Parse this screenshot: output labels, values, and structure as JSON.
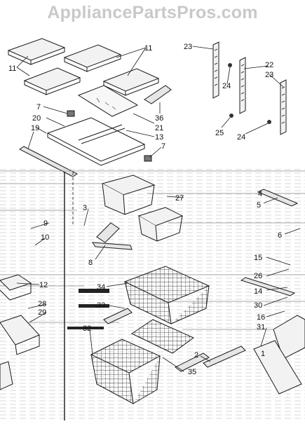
{
  "watermark": "AppliancePartsPros.com",
  "colors": {
    "line": "#1a1a1a",
    "shelf_fill": "#f2f2f2",
    "noise": "#9a9a9a",
    "background": "#ffffff"
  },
  "callouts": {
    "c11a": "11",
    "c11b": "11",
    "c23a": "23",
    "c22": "22",
    "c23b": "23",
    "c24a": "24",
    "c7a": "7",
    "c36": "36",
    "c20": "20",
    "c21": "21",
    "c19": "19",
    "c13": "13",
    "c7b": "7",
    "c25": "25",
    "c24b": "24",
    "c27": "27",
    "c3": "3",
    "c4": "4",
    "c5": "5",
    "c9": "9",
    "c10": "10",
    "c6": "6",
    "c8": "8",
    "c15": "15",
    "c26": "26",
    "c12": "12",
    "c34": "34",
    "c14": "14",
    "c28": "28",
    "c29": "29",
    "c33": "33",
    "c30": "30",
    "c16": "16",
    "c31": "31",
    "c32": "32",
    "c2": "2",
    "c35": "35",
    "c1": "1"
  }
}
